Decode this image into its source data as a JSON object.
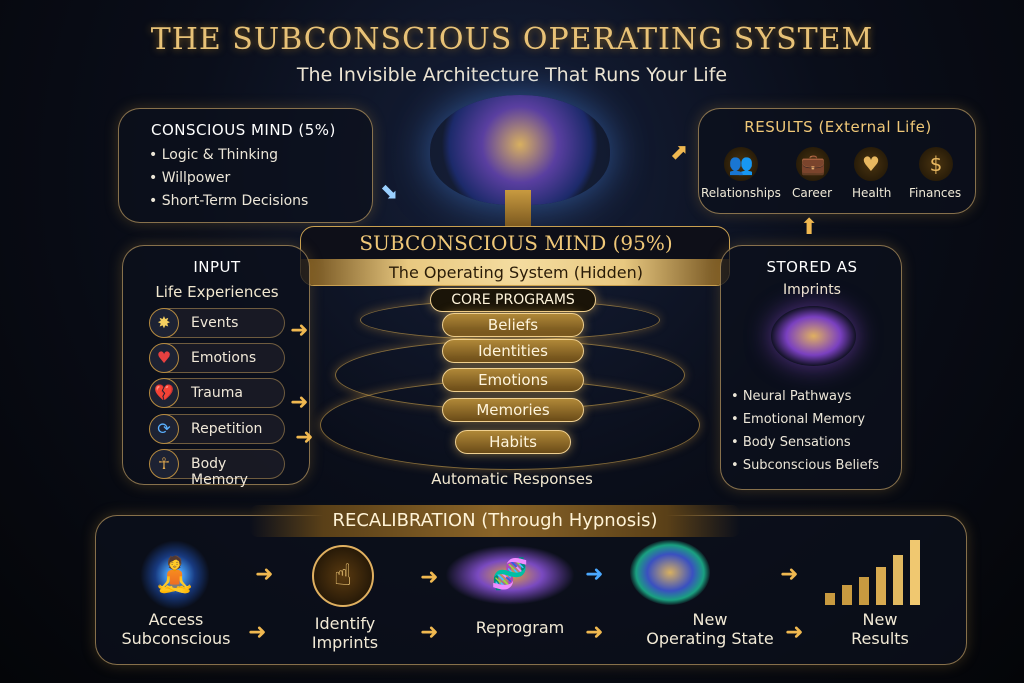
{
  "title": "THE SUBCONSCIOUS OPERATING SYSTEM",
  "subtitle": "The Invisible Architecture That Runs Your Life",
  "conscious": {
    "title": "CONSCIOUS MIND (5%)",
    "items": [
      "Logic & Thinking",
      "Willpower",
      "Short-Term Decisions"
    ]
  },
  "results": {
    "title": "RESULTS (External Life)",
    "items": [
      {
        "label": "Relationships",
        "icon": "people-icon"
      },
      {
        "label": "Career",
        "icon": "briefcase-icon"
      },
      {
        "label": "Health",
        "icon": "heart-icon"
      },
      {
        "label": "Finances",
        "icon": "dollar-icon"
      }
    ]
  },
  "subconscious": {
    "title": "SUBCONSCIOUS MIND (95%)",
    "subtitle": "The Operating System (Hidden)"
  },
  "input": {
    "title": "INPUT",
    "subtitle": "Life Experiences",
    "items": [
      {
        "label": "Events",
        "icon": "burst-icon"
      },
      {
        "label": "Emotions",
        "icon": "heart-icon"
      },
      {
        "label": "Trauma",
        "icon": "broken-heart-icon"
      },
      {
        "label": "Repetition",
        "icon": "cycle-icon"
      },
      {
        "label": "Body Memory",
        "icon": "body-icon"
      }
    ]
  },
  "core": {
    "title": "CORE PROGRAMS",
    "programs": [
      "Beliefs",
      "Identities",
      "Emotions",
      "Memories",
      "Habits"
    ],
    "footer": "Automatic Responses"
  },
  "stored": {
    "title": "STORED AS",
    "subtitle": "Imprints",
    "items": [
      "Neural Pathways",
      "Emotional Memory",
      "Body Sensations",
      "Subconscious Beliefs"
    ]
  },
  "recalibration": {
    "title": "RECALIBRATION (Through Hypnosis)",
    "steps": [
      [
        "Access",
        "Subconscious"
      ],
      [
        "Identify",
        "Imprints"
      ],
      [
        "Reprogram"
      ],
      [
        "New",
        "Operating State"
      ],
      [
        "New",
        "Results"
      ]
    ]
  },
  "colors": {
    "gold": "#e8c277",
    "blue": "#4aa8ff",
    "background": "#05070d"
  }
}
